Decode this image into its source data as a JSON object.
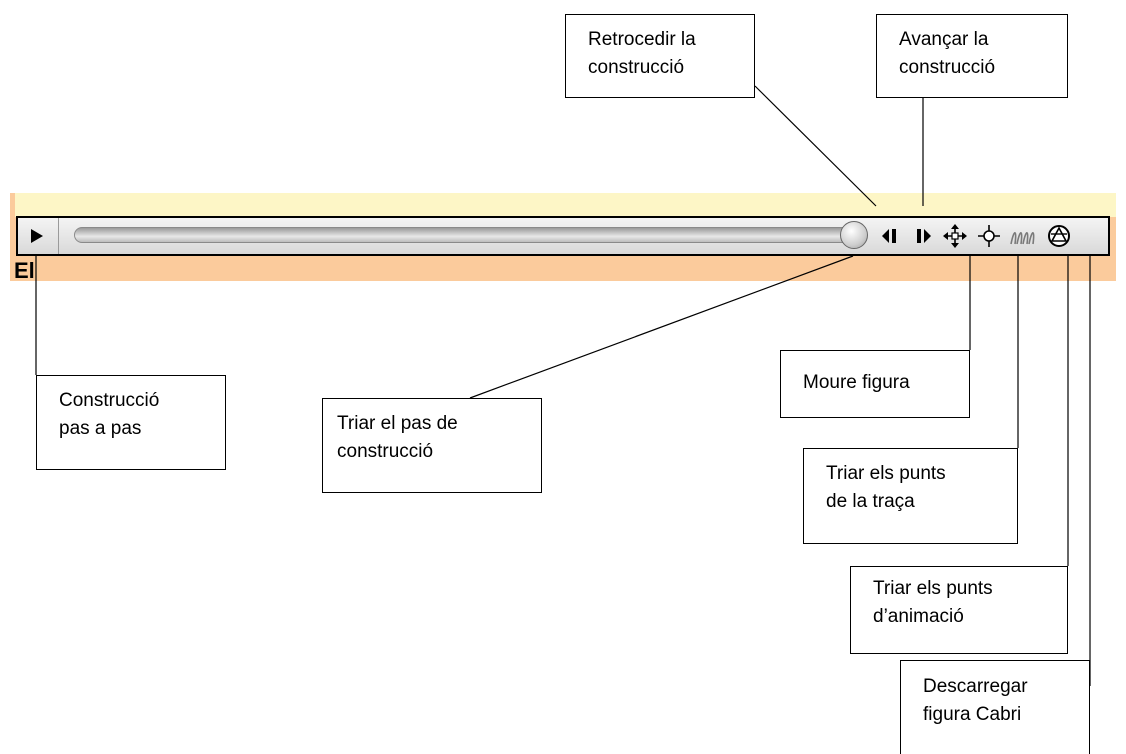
{
  "toolbar": {
    "background_text": "El",
    "icons": {
      "play": "play-icon",
      "step_back": "step-back-icon",
      "step_forward": "step-forward-icon",
      "move": "move-arrows-icon",
      "trace": "trace-point-icon",
      "animation": "animation-points-icon",
      "download": "cabri-logo-icon"
    }
  },
  "callouts": {
    "retrocedir": {
      "line1": "Retrocedir la",
      "line2": "construcció"
    },
    "avancar": {
      "line1": "Avançar la",
      "line2": "construcció"
    },
    "construccio": {
      "line1": "Construcció",
      "line2": "pas a pas"
    },
    "triar_pas": {
      "line1": "Triar el pas de",
      "line2": "construcció"
    },
    "moure": {
      "line1": "Moure figura"
    },
    "traca": {
      "line1": "Triar els punts",
      "line2": "de la traça"
    },
    "animacio": {
      "line1": "Triar els punts",
      "line2": "d’animació"
    },
    "descarregar": {
      "line1": "Descarregar",
      "line2": "figura Cabri"
    }
  },
  "colors": {
    "band_yellow": "#fdf6c6",
    "band_orange": "#fbcb9c"
  }
}
